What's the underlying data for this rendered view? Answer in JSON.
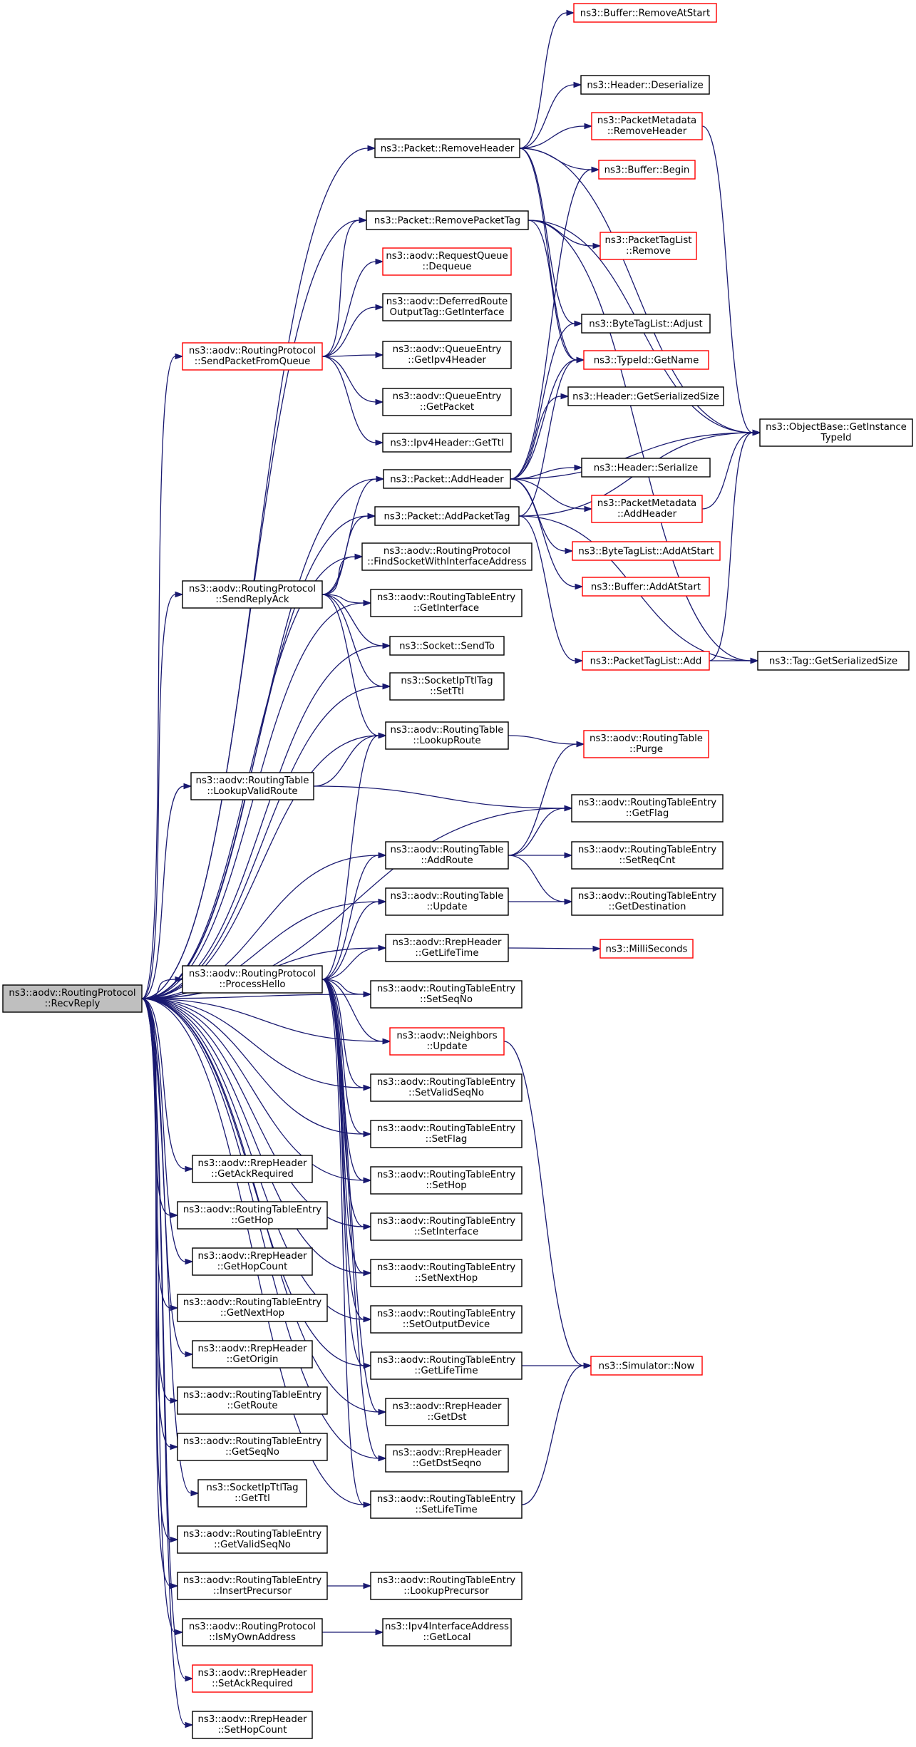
{
  "colors": {
    "edge": "#191970",
    "node_border": "#000000",
    "node_border_truncated": "#ff0000",
    "root_fill": "#bfbfbf",
    "node_fill": "#ffffff"
  },
  "nodes": [
    {
      "id": "root",
      "lines": [
        "ns3::aodv::RoutingProtocol",
        "::RecvReply"
      ],
      "kind": "root"
    },
    {
      "id": "buf_remove",
      "lines": [
        "ns3::Buffer::RemoveAtStart"
      ],
      "kind": "truncated"
    },
    {
      "id": "hdr_deser",
      "lines": [
        "ns3::Header::Deserialize"
      ],
      "kind": "normal"
    },
    {
      "id": "pm_remove",
      "lines": [
        "ns3::PacketMetadata",
        "::RemoveHeader"
      ],
      "kind": "truncated"
    },
    {
      "id": "pkt_remhdr",
      "lines": [
        "ns3::Packet::RemoveHeader"
      ],
      "kind": "normal"
    },
    {
      "id": "buf_begin",
      "lines": [
        "ns3::Buffer::Begin"
      ],
      "kind": "truncated"
    },
    {
      "id": "pkt_remtag",
      "lines": [
        "ns3::Packet::RemovePacketTag"
      ],
      "kind": "normal"
    },
    {
      "id": "ptl_remove",
      "lines": [
        "ns3::PacketTagList",
        "::Remove"
      ],
      "kind": "truncated"
    },
    {
      "id": "rq_deq",
      "lines": [
        "ns3::aodv::RequestQueue",
        "::Dequeue"
      ],
      "kind": "truncated"
    },
    {
      "id": "drot",
      "lines": [
        "ns3::aodv::DeferredRoute",
        "OutputTag::GetInterface"
      ],
      "kind": "normal"
    },
    {
      "id": "btl_adjust",
      "lines": [
        "ns3::ByteTagList::Adjust"
      ],
      "kind": "normal"
    },
    {
      "id": "sendq",
      "lines": [
        "ns3::aodv::RoutingProtocol",
        "::SendPacketFromQueue"
      ],
      "kind": "truncated"
    },
    {
      "id": "qe_ipv4",
      "lines": [
        "ns3::aodv::QueueEntry",
        "::GetIpv4Header"
      ],
      "kind": "normal"
    },
    {
      "id": "typeid",
      "lines": [
        "ns3::TypeId::GetName"
      ],
      "kind": "truncated"
    },
    {
      "id": "qe_pkt",
      "lines": [
        "ns3::aodv::QueueEntry",
        "::GetPacket"
      ],
      "kind": "normal"
    },
    {
      "id": "hdr_gss",
      "lines": [
        "ns3::Header::GetSerializedSize"
      ],
      "kind": "normal"
    },
    {
      "id": "ipv4_ttl",
      "lines": [
        "ns3::Ipv4Header::GetTtl"
      ],
      "kind": "normal"
    },
    {
      "id": "objbase",
      "lines": [
        "ns3::ObjectBase::GetInstance",
        "TypeId"
      ],
      "kind": "normal"
    },
    {
      "id": "hdr_ser",
      "lines": [
        "ns3::Header::Serialize"
      ],
      "kind": "normal"
    },
    {
      "id": "pkt_addhdr",
      "lines": [
        "ns3::Packet::AddHeader"
      ],
      "kind": "normal"
    },
    {
      "id": "pm_add",
      "lines": [
        "ns3::PacketMetadata",
        "::AddHeader"
      ],
      "kind": "truncated"
    },
    {
      "id": "pkt_addtag",
      "lines": [
        "ns3::Packet::AddPacketTag"
      ],
      "kind": "normal"
    },
    {
      "id": "btl_add",
      "lines": [
        "ns3::ByteTagList::AddAtStart"
      ],
      "kind": "truncated"
    },
    {
      "id": "findsock",
      "lines": [
        "ns3::aodv::RoutingProtocol",
        "::FindSocketWithInterfaceAddress"
      ],
      "kind": "normal"
    },
    {
      "id": "buf_add",
      "lines": [
        "ns3::Buffer::AddAtStart"
      ],
      "kind": "truncated"
    },
    {
      "id": "sendack",
      "lines": [
        "ns3::aodv::RoutingProtocol",
        "::SendReplyAck"
      ],
      "kind": "normal"
    },
    {
      "id": "rte_getif",
      "lines": [
        "ns3::aodv::RoutingTableEntry",
        "::GetInterface"
      ],
      "kind": "normal"
    },
    {
      "id": "sock_sendto",
      "lines": [
        "ns3::Socket::SendTo"
      ],
      "kind": "normal"
    },
    {
      "id": "ptl_add",
      "lines": [
        "ns3::PacketTagList::Add"
      ],
      "kind": "truncated"
    },
    {
      "id": "tag_gss",
      "lines": [
        "ns3::Tag::GetSerializedSize"
      ],
      "kind": "normal"
    },
    {
      "id": "sipttl_set",
      "lines": [
        "ns3::SocketIpTtlTag",
        "::SetTtl"
      ],
      "kind": "normal"
    },
    {
      "id": "rt_lookup",
      "lines": [
        "ns3::aodv::RoutingTable",
        "::LookupRoute"
      ],
      "kind": "normal"
    },
    {
      "id": "rt_purge",
      "lines": [
        "ns3::aodv::RoutingTable",
        "::Purge"
      ],
      "kind": "truncated"
    },
    {
      "id": "rt_lookupvalid",
      "lines": [
        "ns3::aodv::RoutingTable",
        "::LookupValidRoute"
      ],
      "kind": "normal"
    },
    {
      "id": "rte_getflag",
      "lines": [
        "ns3::aodv::RoutingTableEntry",
        "::GetFlag"
      ],
      "kind": "normal"
    },
    {
      "id": "rt_addroute",
      "lines": [
        "ns3::aodv::RoutingTable",
        "::AddRoute"
      ],
      "kind": "normal"
    },
    {
      "id": "rte_setreqcnt",
      "lines": [
        "ns3::aodv::RoutingTableEntry",
        "::SetReqCnt"
      ],
      "kind": "normal"
    },
    {
      "id": "rt_update",
      "lines": [
        "ns3::aodv::RoutingTable",
        "::Update"
      ],
      "kind": "normal"
    },
    {
      "id": "rte_getdest",
      "lines": [
        "ns3::aodv::RoutingTableEntry",
        "::GetDestination"
      ],
      "kind": "normal"
    },
    {
      "id": "rh_getlife",
      "lines": [
        "ns3::aodv::RrepHeader",
        "::GetLifeTime"
      ],
      "kind": "normal"
    },
    {
      "id": "millis",
      "lines": [
        "ns3::MilliSeconds"
      ],
      "kind": "truncated"
    },
    {
      "id": "prochello",
      "lines": [
        "ns3::aodv::RoutingProtocol",
        "::ProcessHello"
      ],
      "kind": "normal"
    },
    {
      "id": "rte_setseq",
      "lines": [
        "ns3::aodv::RoutingTableEntry",
        "::SetSeqNo"
      ],
      "kind": "normal"
    },
    {
      "id": "nb_update",
      "lines": [
        "ns3::aodv::Neighbors",
        "::Update"
      ],
      "kind": "truncated"
    },
    {
      "id": "rte_setvalidseq",
      "lines": [
        "ns3::aodv::RoutingTableEntry",
        "::SetValidSeqNo"
      ],
      "kind": "normal"
    },
    {
      "id": "rte_setflag",
      "lines": [
        "ns3::aodv::RoutingTableEntry",
        "::SetFlag"
      ],
      "kind": "normal"
    },
    {
      "id": "rh_getackreq",
      "lines": [
        "ns3::aodv::RrepHeader",
        "::GetAckRequired"
      ],
      "kind": "normal"
    },
    {
      "id": "rte_sethop",
      "lines": [
        "ns3::aodv::RoutingTableEntry",
        "::SetHop"
      ],
      "kind": "normal"
    },
    {
      "id": "rte_gethop",
      "lines": [
        "ns3::aodv::RoutingTableEntry",
        "::GetHop"
      ],
      "kind": "normal"
    },
    {
      "id": "rte_setif",
      "lines": [
        "ns3::aodv::RoutingTableEntry",
        "::SetInterface"
      ],
      "kind": "normal"
    },
    {
      "id": "rh_gethopcnt",
      "lines": [
        "ns3::aodv::RrepHeader",
        "::GetHopCount"
      ],
      "kind": "normal"
    },
    {
      "id": "rte_setnexthop",
      "lines": [
        "ns3::aodv::RoutingTableEntry",
        "::SetNextHop"
      ],
      "kind": "normal"
    },
    {
      "id": "rte_getnexthop",
      "lines": [
        "ns3::aodv::RoutingTableEntry",
        "::GetNextHop"
      ],
      "kind": "normal"
    },
    {
      "id": "rte_setoutdev",
      "lines": [
        "ns3::aodv::RoutingTableEntry",
        "::SetOutputDevice"
      ],
      "kind": "normal"
    },
    {
      "id": "rh_getorigin",
      "lines": [
        "ns3::aodv::RrepHeader",
        "::GetOrigin"
      ],
      "kind": "normal"
    },
    {
      "id": "rte_getlife",
      "lines": [
        "ns3::aodv::RoutingTableEntry",
        "::GetLifeTime"
      ],
      "kind": "normal"
    },
    {
      "id": "sim_now",
      "lines": [
        "ns3::Simulator::Now"
      ],
      "kind": "truncated"
    },
    {
      "id": "rte_getroute",
      "lines": [
        "ns3::aodv::RoutingTableEntry",
        "::GetRoute"
      ],
      "kind": "normal"
    },
    {
      "id": "rh_getdst",
      "lines": [
        "ns3::aodv::RrepHeader",
        "::GetDst"
      ],
      "kind": "normal"
    },
    {
      "id": "rte_getseq",
      "lines": [
        "ns3::aodv::RoutingTableEntry",
        "::GetSeqNo"
      ],
      "kind": "normal"
    },
    {
      "id": "rh_getdstseq",
      "lines": [
        "ns3::aodv::RrepHeader",
        "::GetDstSeqno"
      ],
      "kind": "normal"
    },
    {
      "id": "sipttl_get",
      "lines": [
        "ns3::SocketIpTtlTag",
        "::GetTtl"
      ],
      "kind": "normal"
    },
    {
      "id": "rte_setlife",
      "lines": [
        "ns3::aodv::RoutingTableEntry",
        "::SetLifeTime"
      ],
      "kind": "normal"
    },
    {
      "id": "rte_getvalidseq",
      "lines": [
        "ns3::aodv::RoutingTableEntry",
        "::GetValidSeqNo"
      ],
      "kind": "normal"
    },
    {
      "id": "rte_insprec",
      "lines": [
        "ns3::aodv::RoutingTableEntry",
        "::InsertPrecursor"
      ],
      "kind": "normal"
    },
    {
      "id": "rte_lookprec",
      "lines": [
        "ns3::aodv::RoutingTableEntry",
        "::LookupPrecursor"
      ],
      "kind": "normal"
    },
    {
      "id": "rp_isown",
      "lines": [
        "ns3::aodv::RoutingProtocol",
        "::IsMyOwnAddress"
      ],
      "kind": "normal"
    },
    {
      "id": "ipv4if_local",
      "lines": [
        "ns3::Ipv4InterfaceAddress",
        "::GetLocal"
      ],
      "kind": "normal"
    },
    {
      "id": "rh_setackreq",
      "lines": [
        "ns3::aodv::RrepHeader",
        "::SetAckRequired"
      ],
      "kind": "truncated"
    },
    {
      "id": "rh_sethopcnt",
      "lines": [
        "ns3::aodv::RrepHeader",
        "::SetHopCount"
      ],
      "kind": "normal"
    }
  ],
  "edges": [
    [
      "root",
      "pkt_remhdr"
    ],
    [
      "root",
      "pkt_remtag"
    ],
    [
      "root",
      "sendq"
    ],
    [
      "root",
      "pkt_addhdr"
    ],
    [
      "root",
      "pkt_addtag"
    ],
    [
      "root",
      "findsock"
    ],
    [
      "root",
      "sendack"
    ],
    [
      "root",
      "rte_getif"
    ],
    [
      "root",
      "sock_sendto"
    ],
    [
      "root",
      "sipttl_set"
    ],
    [
      "root",
      "rt_lookup"
    ],
    [
      "root",
      "rt_lookupvalid"
    ],
    [
      "root",
      "rte_getflag"
    ],
    [
      "root",
      "rt_addroute"
    ],
    [
      "root",
      "rt_update"
    ],
    [
      "root",
      "rh_getlife"
    ],
    [
      "root",
      "prochello"
    ],
    [
      "root",
      "rte_setseq"
    ],
    [
      "root",
      "nb_update"
    ],
    [
      "root",
      "rte_setvalidseq"
    ],
    [
      "root",
      "rte_setflag"
    ],
    [
      "root",
      "rh_getackreq"
    ],
    [
      "root",
      "rte_sethop"
    ],
    [
      "root",
      "rte_gethop"
    ],
    [
      "root",
      "rte_setif"
    ],
    [
      "root",
      "rh_gethopcnt"
    ],
    [
      "root",
      "rte_setnexthop"
    ],
    [
      "root",
      "rte_getnexthop"
    ],
    [
      "root",
      "rte_setoutdev"
    ],
    [
      "root",
      "rh_getorigin"
    ],
    [
      "root",
      "rte_getlife"
    ],
    [
      "root",
      "rte_getroute"
    ],
    [
      "root",
      "rh_getdst"
    ],
    [
      "root",
      "rte_getseq"
    ],
    [
      "root",
      "rh_getdstseq"
    ],
    [
      "root",
      "sipttl_get"
    ],
    [
      "root",
      "rte_setlife"
    ],
    [
      "root",
      "rte_getvalidseq"
    ],
    [
      "root",
      "rte_insprec"
    ],
    [
      "root",
      "rp_isown"
    ],
    [
      "root",
      "rh_setackreq"
    ],
    [
      "root",
      "rh_sethopcnt"
    ],
    [
      "pkt_remhdr",
      "buf_remove"
    ],
    [
      "pkt_remhdr",
      "hdr_deser"
    ],
    [
      "pkt_remhdr",
      "pm_remove"
    ],
    [
      "pkt_remhdr",
      "buf_begin"
    ],
    [
      "pkt_remhdr",
      "btl_adjust"
    ],
    [
      "pkt_remhdr",
      "typeid"
    ],
    [
      "pkt_remhdr",
      "objbase"
    ],
    [
      "pkt_remtag",
      "ptl_remove"
    ],
    [
      "pkt_remtag",
      "typeid"
    ],
    [
      "pkt_remtag",
      "tag_gss"
    ],
    [
      "pkt_remtag",
      "objbase"
    ],
    [
      "pm_remove",
      "objbase"
    ],
    [
      "sendq",
      "pkt_remtag"
    ],
    [
      "sendq",
      "rq_deq"
    ],
    [
      "sendq",
      "drot"
    ],
    [
      "sendq",
      "qe_ipv4"
    ],
    [
      "sendq",
      "qe_pkt"
    ],
    [
      "sendq",
      "ipv4_ttl"
    ],
    [
      "pkt_addhdr",
      "buf_begin"
    ],
    [
      "pkt_addhdr",
      "btl_adjust"
    ],
    [
      "pkt_addhdr",
      "typeid"
    ],
    [
      "pkt_addhdr",
      "hdr_gss"
    ],
    [
      "pkt_addhdr",
      "objbase"
    ],
    [
      "pkt_addhdr",
      "hdr_ser"
    ],
    [
      "pkt_addhdr",
      "pm_add"
    ],
    [
      "pkt_addhdr",
      "btl_add"
    ],
    [
      "pkt_addhdr",
      "buf_add"
    ],
    [
      "pm_add",
      "objbase"
    ],
    [
      "pkt_addtag",
      "typeid"
    ],
    [
      "pkt_addtag",
      "ptl_add"
    ],
    [
      "pkt_addtag",
      "tag_gss"
    ],
    [
      "pkt_addtag",
      "objbase"
    ],
    [
      "ptl_add",
      "tag_gss"
    ],
    [
      "ptl_add",
      "objbase"
    ],
    [
      "sendack",
      "pkt_addhdr"
    ],
    [
      "sendack",
      "pkt_addtag"
    ],
    [
      "sendack",
      "findsock"
    ],
    [
      "sendack",
      "rte_getif"
    ],
    [
      "sendack",
      "sock_sendto"
    ],
    [
      "sendack",
      "sipttl_set"
    ],
    [
      "sendack",
      "rt_lookup"
    ],
    [
      "rt_lookup",
      "rt_purge"
    ],
    [
      "rt_lookupvalid",
      "rt_lookup"
    ],
    [
      "rt_lookupvalid",
      "rte_getflag"
    ],
    [
      "rt_addroute",
      "rt_purge"
    ],
    [
      "rt_addroute",
      "rte_getflag"
    ],
    [
      "rt_addroute",
      "rte_setreqcnt"
    ],
    [
      "rt_addroute",
      "rte_getdest"
    ],
    [
      "rt_update",
      "rte_getdest"
    ],
    [
      "rh_getlife",
      "millis"
    ],
    [
      "prochello",
      "rt_lookup"
    ],
    [
      "prochello",
      "rt_addroute"
    ],
    [
      "prochello",
      "rt_update"
    ],
    [
      "prochello",
      "rh_getlife"
    ],
    [
      "prochello",
      "rte_setseq"
    ],
    [
      "prochello",
      "nb_update"
    ],
    [
      "prochello",
      "rte_setvalidseq"
    ],
    [
      "prochello",
      "rte_setflag"
    ],
    [
      "prochello",
      "rte_sethop"
    ],
    [
      "prochello",
      "rte_setif"
    ],
    [
      "prochello",
      "rte_setnexthop"
    ],
    [
      "prochello",
      "rte_setoutdev"
    ],
    [
      "prochello",
      "rte_getlife"
    ],
    [
      "prochello",
      "rh_getdst"
    ],
    [
      "prochello",
      "rh_getdstseq"
    ],
    [
      "prochello",
      "rte_setlife"
    ],
    [
      "nb_update",
      "sim_now"
    ],
    [
      "rte_getlife",
      "sim_now"
    ],
    [
      "rte_setlife",
      "sim_now"
    ],
    [
      "rte_insprec",
      "rte_lookprec"
    ],
    [
      "rp_isown",
      "ipv4if_local"
    ]
  ]
}
